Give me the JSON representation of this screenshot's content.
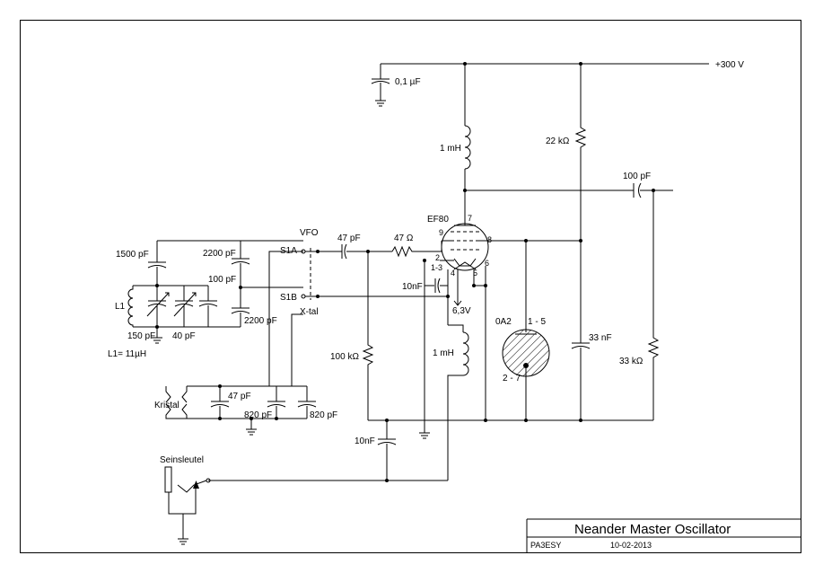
{
  "title_block": {
    "title": "Neander Master Oscillator",
    "author": "PA3ESY",
    "date": "10-02-2013"
  },
  "labels": {
    "supply": "+300 V",
    "c_decouple": "0,1 µF",
    "choke_top": "1 mH",
    "r_screen": "22 kΩ",
    "c_out": "100 pF",
    "tube": "EF80",
    "pin7": "7",
    "pin9": "9",
    "pin8": "8",
    "pin2": "2",
    "pin13": "1-3",
    "pin4": "4",
    "pin5": "5",
    "pin6": "6",
    "heater": "6,3V",
    "r_grid_stop": "47 Ω",
    "c_grid": "47 pF",
    "vfo": "VFO",
    "s1a": "S1A",
    "s1b": "S1B",
    "xtal": "X-tal",
    "c1500": "1500 pF",
    "c2200a": "2200 pF",
    "c100": "100 pF",
    "c2200b": "2200 pF",
    "l1": "L1",
    "c150": "150 pF",
    "c40": "40 pF",
    "l1_value": "L1= 11µH",
    "c_cathode": "10nF",
    "oa2": "0A2",
    "oa2_pins_top": "1 - 5",
    "oa2_pins_bot": "2 - 7",
    "c33n": "33 nF",
    "r33k": "33 kΩ",
    "r100k": "100 kΩ",
    "choke_cathode": "1 mH",
    "kristal": "Kristal",
    "c47_x": "47 pF",
    "c820a": "820 pF",
    "c820b": "820 pF",
    "c_key": "10nF",
    "key": "Seinsleutel"
  }
}
